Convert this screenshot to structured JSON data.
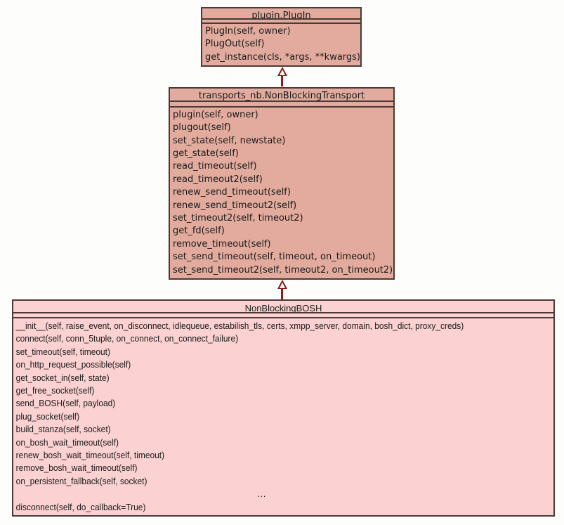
{
  "diagram": {
    "type": "uml-class-diagram",
    "background_color": "#fdfdfb",
    "border_color": "#4a3b38",
    "arrow_color": "#8b1a1a",
    "classes": [
      {
        "id": "plugin-plugin",
        "name": "plugin.PlugIn",
        "fill_color": "#e2ab9e",
        "attributes": [],
        "methods": [
          "PlugIn(self, owner)",
          "PlugOut(self)",
          "get_instance(cls, *args, **kwargs)"
        ]
      },
      {
        "id": "nonblockingtransport",
        "name": "transports_nb.NonBlockingTransport",
        "fill_color": "#e2ab9e",
        "attributes": [],
        "methods": [
          "plugin(self, owner)",
          "plugout(self)",
          "set_state(self, newstate)",
          "get_state(self)",
          "read_timeout(self)",
          "read_timeout2(self)",
          "renew_send_timeout(self)",
          "renew_send_timeout2(self)",
          "set_timeout2(self, timeout2)",
          "get_fd(self)",
          "remove_timeout(self)",
          "set_send_timeout(self, timeout, on_timeout)",
          "set_send_timeout2(self, timeout2, on_timeout2)"
        ]
      },
      {
        "id": "nonblockingbosh",
        "name": "NonBlockingBOSH",
        "fill_color": "#fbd1d1",
        "attributes": [],
        "methods": [
          "__init__(self, raise_event, on_disconnect, idlequeue, estabilish_tls, certs, xmpp_server, domain, bosh_dict, proxy_creds)",
          "connect(self, conn_5tuple, on_connect, on_connect_failure)",
          "set_timeout(self, timeout)",
          "on_http_request_possible(self)",
          "get_socket_in(self, state)",
          "get_free_socket(self)",
          "send_BOSH(self, payload)",
          "plug_socket(self)",
          "build_stanza(self, socket)",
          "on_bosh_wait_timeout(self)",
          "renew_bosh_wait_timeout(self, timeout)",
          "remove_bosh_wait_timeout(self)",
          "on_persistent_fallback(self, socket)",
          "...",
          "disconnect(self, do_callback=True)"
        ]
      }
    ],
    "relations": [
      {
        "id": "gen-transport-to-plugin",
        "kind": "generalization",
        "from": "transports_nb.NonBlockingTransport",
        "to": "plugin.PlugIn"
      },
      {
        "id": "gen-bosh-to-transport",
        "kind": "generalization",
        "from": "NonBlockingBOSH",
        "to": "transports_nb.NonBlockingTransport"
      }
    ]
  }
}
